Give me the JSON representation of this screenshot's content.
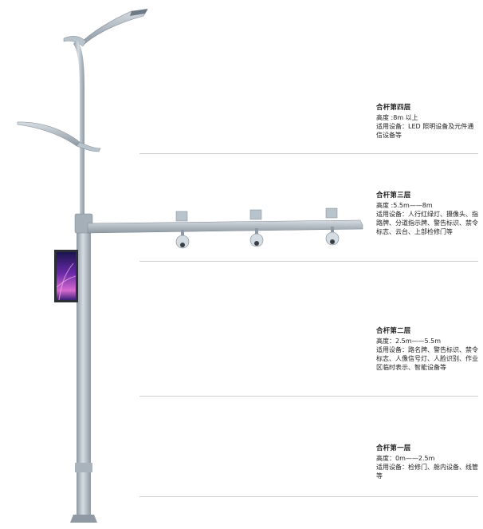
{
  "layers": [
    {
      "title": "合杆第四层",
      "height": "高度 :8m 以上",
      "equipment": "适用设备：LED 照明设备及元件通信设备等"
    },
    {
      "title": "合杆第三层",
      "height": "高度 :5.5m——8m",
      "equipment": "适用设备：人行红绿灯、摄像头、指路牌、分道指示牌、警告标识、禁令标志、云台、上部检修门等"
    },
    {
      "title": "合杆第二层",
      "height": "高度：2.5m——5.5m",
      "equipment": "适用设备：路名牌、警告标识、禁令标志、人像信号灯、人脸识别、作业区临时表示、智能设备等"
    },
    {
      "title": "合杆第一层",
      "height": "高度：0m——2.5m",
      "equipment": "适用设备：检修门、舱内设备、线管等"
    }
  ],
  "colors": {
    "pole": "#b9c3cc",
    "pole_shadow": "#8e99a3",
    "divider": "#cfcfcf",
    "screen_top": "#2a1a6e",
    "screen_glow": "#d86ad0"
  },
  "icons": [
    "street-lamp-icon",
    "camera-icon",
    "display-screen-icon"
  ]
}
